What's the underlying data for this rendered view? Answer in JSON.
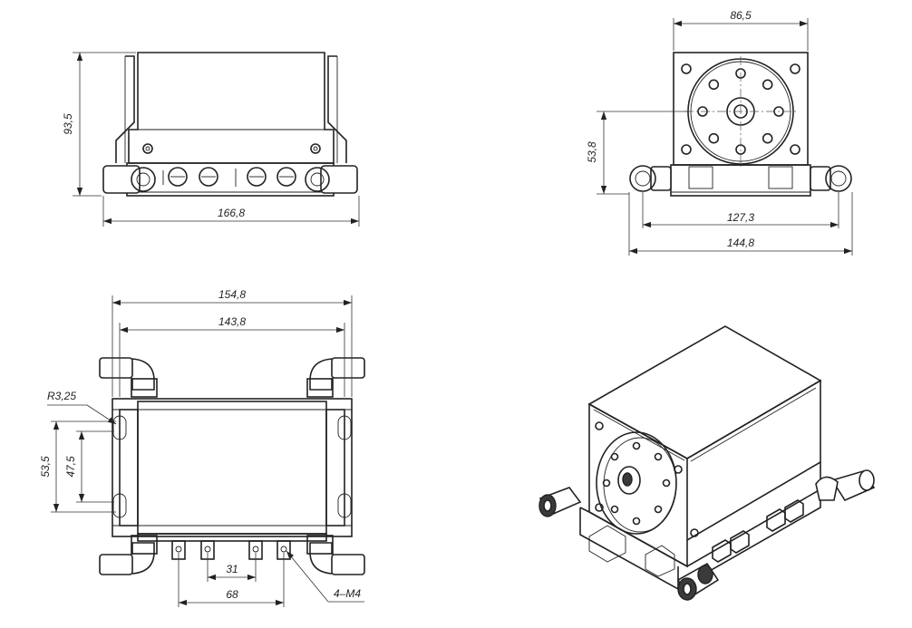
{
  "dimensions": {
    "front_height": "93,5",
    "front_width": "166,8",
    "side_width": "86,5",
    "side_center_height": "53,8",
    "side_fitting_span": "127,3",
    "side_total_width": "144,8",
    "top_outer_width": "154,8",
    "top_inner_width": "143,8",
    "top_radius": "R3,25",
    "top_slot_span": "53,5",
    "top_slot_span_inner": "47,5",
    "top_hole_pitch": "31",
    "top_hole_span": "68",
    "top_thread_callout": "4–M4"
  },
  "icons": [
    "arrow-head",
    "fitting",
    "screw-head",
    "hole"
  ]
}
